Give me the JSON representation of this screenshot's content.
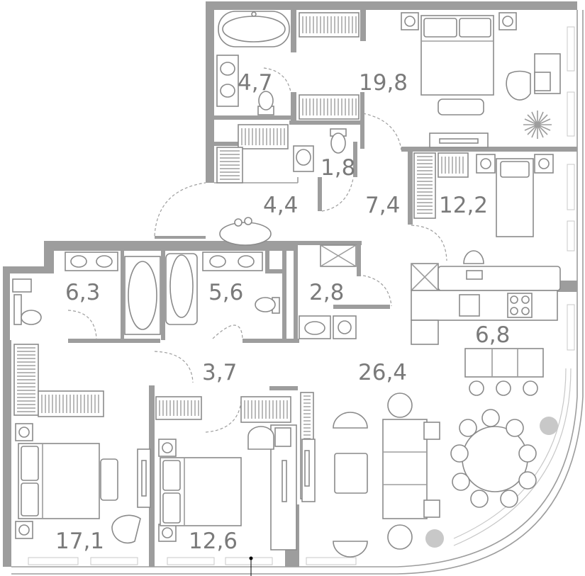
{
  "rooms": [
    {
      "id": "bath-master",
      "label": "4,7"
    },
    {
      "id": "bedroom-master",
      "label": "19,8"
    },
    {
      "id": "wc-small",
      "label": "1,8"
    },
    {
      "id": "hall-upper",
      "label": "4,4"
    },
    {
      "id": "corridor-right",
      "label": "7,4"
    },
    {
      "id": "bedroom-right",
      "label": "12,2"
    },
    {
      "id": "bath-left",
      "label": "6,3"
    },
    {
      "id": "bath-middle",
      "label": "5,6"
    },
    {
      "id": "laundry",
      "label": "2,8"
    },
    {
      "id": "kitchen",
      "label": "6,8"
    },
    {
      "id": "hall-lower",
      "label": "3,7"
    },
    {
      "id": "living",
      "label": "26,4"
    },
    {
      "id": "bedroom-left",
      "label": "17,1"
    },
    {
      "id": "bedroom-middle",
      "label": "12,6"
    }
  ],
  "colors": {
    "wall": "#9d9d9d",
    "label": "#7a7a7a",
    "background": "#ffffff"
  }
}
